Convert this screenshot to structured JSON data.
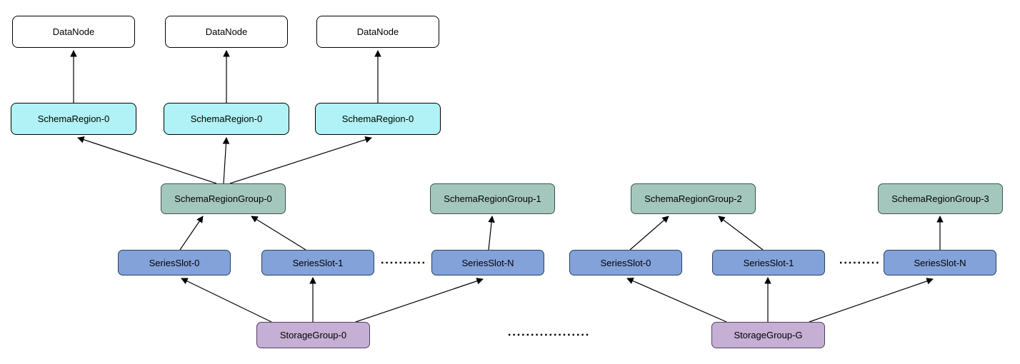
{
  "diagram": {
    "nodes": [
      {
        "id": "datanode-1",
        "label": "DataNode",
        "type": "datanode"
      },
      {
        "id": "datanode-2",
        "label": "DataNode",
        "type": "datanode"
      },
      {
        "id": "datanode-3",
        "label": "DataNode",
        "type": "datanode"
      },
      {
        "id": "schema-region-1",
        "label": "SchemaRegion-0",
        "type": "schema_region"
      },
      {
        "id": "schema-region-2",
        "label": "SchemaRegion-0",
        "type": "schema_region"
      },
      {
        "id": "schema-region-3",
        "label": "SchemaRegion-0",
        "type": "schema_region"
      },
      {
        "id": "schema-region-group-0",
        "label": "SchemaRegionGroup-0",
        "type": "schema_region_group"
      },
      {
        "id": "schema-region-group-1",
        "label": "SchemaRegionGroup-1",
        "type": "schema_region_group"
      },
      {
        "id": "schema-region-group-2",
        "label": "SchemaRegionGroup-2",
        "type": "schema_region_group"
      },
      {
        "id": "schema-region-group-3",
        "label": "SchemaRegionGroup-3",
        "type": "schema_region_group"
      },
      {
        "id": "series-slot-0-left",
        "label": "SeriesSlot-0",
        "type": "series_slot"
      },
      {
        "id": "series-slot-1-left",
        "label": "SeriesSlot-1",
        "type": "series_slot"
      },
      {
        "id": "series-slot-n-left",
        "label": "SeriesSlot-N",
        "type": "series_slot"
      },
      {
        "id": "series-slot-0-right",
        "label": "SeriesSlot-0",
        "type": "series_slot"
      },
      {
        "id": "series-slot-1-right",
        "label": "SeriesSlot-1",
        "type": "series_slot"
      },
      {
        "id": "series-slot-n-right",
        "label": "SeriesSlot-N",
        "type": "series_slot"
      },
      {
        "id": "storage-group-0",
        "label": "StorageGroup-0",
        "type": "storage_group"
      },
      {
        "id": "storage-group-g",
        "label": "StorageGroup-G",
        "type": "storage_group"
      }
    ],
    "colors": {
      "datanode": {
        "fill": "#FFFFFF",
        "stroke": "#000000"
      },
      "schema_region": {
        "fill": "#B0F2F5",
        "stroke": "#000000"
      },
      "schema_region_group": {
        "fill": "#A4C7BD",
        "stroke": "#3D5249"
      },
      "series_slot": {
        "fill": "#83A2DA",
        "stroke": "#27415F"
      },
      "storage_group": {
        "fill": "#C5AFD4",
        "stroke": "#54405F"
      },
      "connector": "#000000"
    },
    "edges": [
      {
        "from": "schema-region-1",
        "to": "datanode-1"
      },
      {
        "from": "schema-region-2",
        "to": "datanode-2"
      },
      {
        "from": "schema-region-3",
        "to": "datanode-3"
      },
      {
        "from": "schema-region-group-0",
        "to": "schema-region-1"
      },
      {
        "from": "schema-region-group-0",
        "to": "schema-region-2"
      },
      {
        "from": "schema-region-group-0",
        "to": "schema-region-3"
      },
      {
        "from": "series-slot-0-left",
        "to": "schema-region-group-0"
      },
      {
        "from": "series-slot-1-left",
        "to": "schema-region-group-0"
      },
      {
        "from": "series-slot-n-left",
        "to": "schema-region-group-1"
      },
      {
        "from": "series-slot-0-right",
        "to": "schema-region-group-2"
      },
      {
        "from": "series-slot-1-right",
        "to": "schema-region-group-2"
      },
      {
        "from": "series-slot-n-right",
        "to": "schema-region-group-3"
      },
      {
        "from": "storage-group-0",
        "to": "series-slot-0-left"
      },
      {
        "from": "storage-group-0",
        "to": "series-slot-1-left"
      },
      {
        "from": "storage-group-0",
        "to": "series-slot-n-left"
      },
      {
        "from": "storage-group-g",
        "to": "series-slot-0-right"
      },
      {
        "from": "storage-group-g",
        "to": "series-slot-1-right"
      },
      {
        "from": "storage-group-g",
        "to": "series-slot-n-right"
      }
    ],
    "ellipsis_separators": [
      {
        "between": [
          "series-slot-1-left",
          "series-slot-n-left"
        ]
      },
      {
        "between": [
          "series-slot-1-right",
          "series-slot-n-right"
        ]
      },
      {
        "between": [
          "storage-group-0",
          "storage-group-g"
        ]
      }
    ]
  }
}
